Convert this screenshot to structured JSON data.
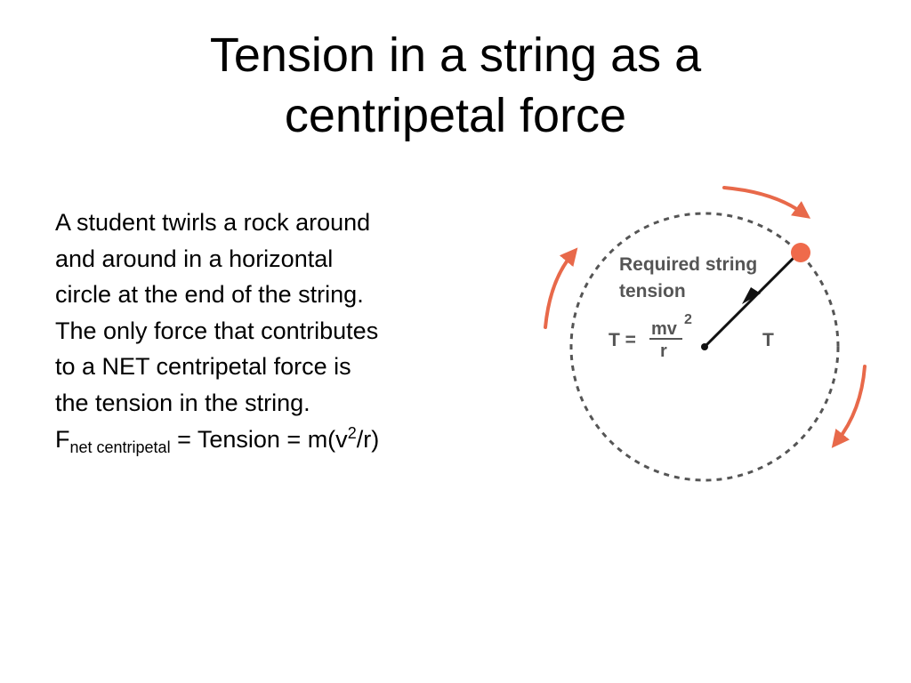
{
  "slide": {
    "title_line1": "Tension in a string as a",
    "title_line2": "centripetal force",
    "body_lines": [
      "A student twirls a rock around",
      "and around in a horizontal",
      "circle at the end of the string.",
      "The only force that contributes",
      "to a NET centripetal force is",
      "the tension in the string."
    ],
    "formula": {
      "f": "F",
      "sub": "net centripetal",
      "middle": " = Tension = m(v",
      "sup": "2",
      "end": "/r)"
    }
  },
  "diagram": {
    "label_line1": "Required string",
    "label_line2": "tension",
    "eq_lhs": "T =",
    "eq_num": "mv",
    "eq_exp": "2",
    "eq_den": "r",
    "t_label": "T",
    "colors": {
      "motion_arrows": "#e8694a",
      "rock": "#ef6a4b",
      "string": "#111111",
      "path": "#555555",
      "labels": "#555555"
    }
  }
}
